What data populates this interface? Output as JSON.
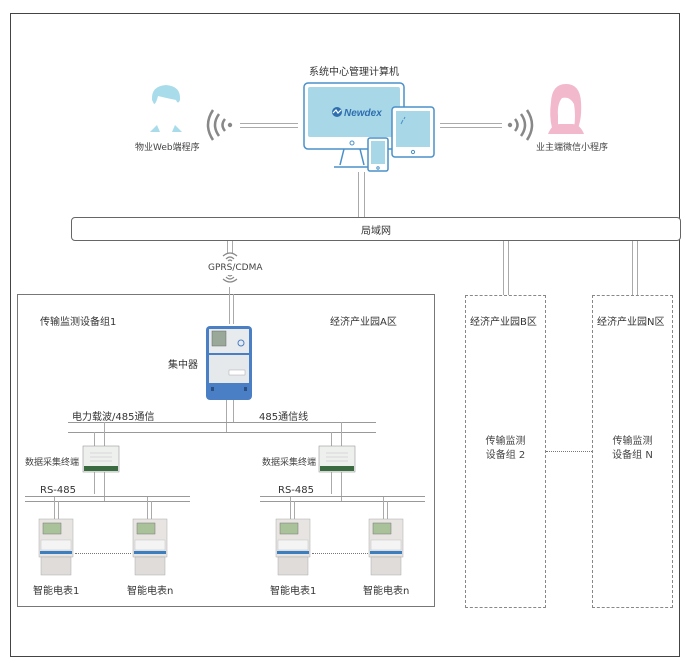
{
  "diagram": {
    "center": {
      "title": "系统中心管理计算机",
      "brand": "Newdex"
    },
    "clients": {
      "left_label": "物业Web端程序",
      "right_label": "业主端微信小程序"
    },
    "network": {
      "lan_label": "局域网",
      "wireless_label": "GPRS/CDMA"
    },
    "zone_a": {
      "group_label": "传输监测设备组1",
      "zone_label": "经济产业园A区",
      "concentrator_label": "集中器",
      "bus_left_label": "电力载波/485通信",
      "bus_right_label": "485通信线",
      "terminals": [
        {
          "label": "数据采集终端",
          "bus_label": "RS-485",
          "meters": [
            {
              "label": "智能电表1"
            },
            {
              "label": "智能电表n"
            }
          ]
        },
        {
          "label": "数据采集终端",
          "bus_label": "RS-485",
          "meters": [
            {
              "label": "智能电表1"
            },
            {
              "label": "智能电表n"
            }
          ]
        }
      ]
    },
    "zone_b": {
      "zone_label": "经济产业园B区",
      "group_label_line1": "传输监测",
      "group_label_line2": "设备组 2"
    },
    "zone_n": {
      "zone_label": "经济产业园N区",
      "group_label_line1": "传输监测",
      "group_label_line2": "设备组 N"
    },
    "colors": {
      "device_blue": "#4a90c8",
      "screen_blue": "#a8d8e8",
      "male_avatar": "#a9dcea",
      "female_avatar": "#f2b8cc",
      "wifi_gray": "#888888",
      "concentrator_blue": "#4a7fc6"
    }
  }
}
